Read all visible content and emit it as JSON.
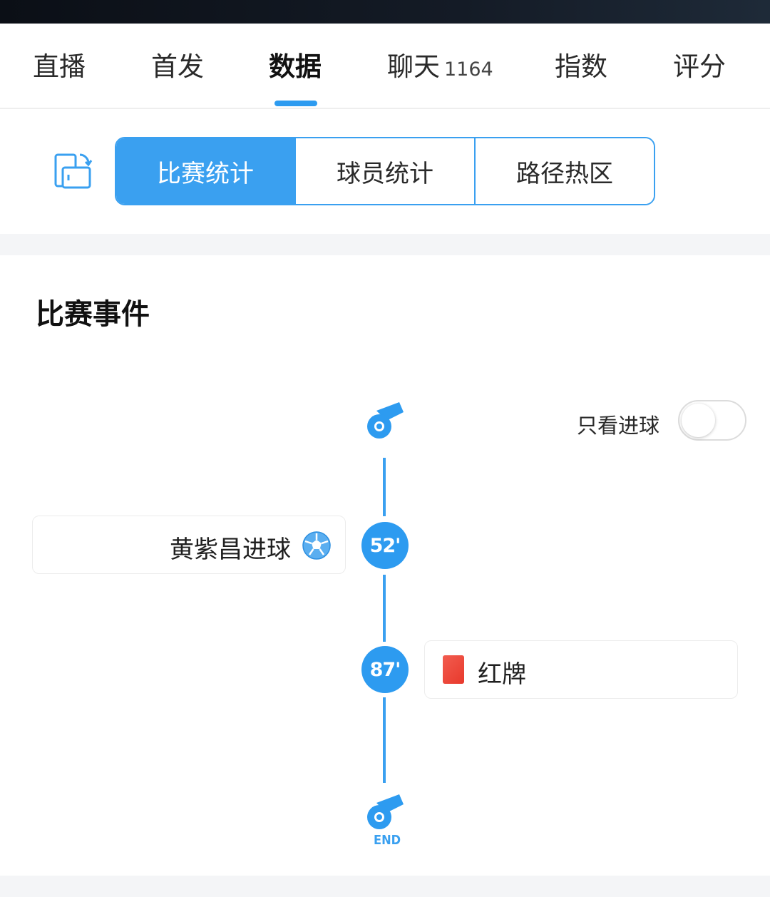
{
  "tabs": [
    {
      "label": "直播"
    },
    {
      "label": "首发"
    },
    {
      "label": "数据",
      "active": true
    },
    {
      "label": "聊天",
      "count": "1164"
    },
    {
      "label": "指数"
    },
    {
      "label": "评分"
    }
  ],
  "segments": [
    {
      "label": "比赛统计",
      "active": true
    },
    {
      "label": "球员统计"
    },
    {
      "label": "路径热区"
    }
  ],
  "section_title": "比赛事件",
  "toggle": {
    "label": "只看进球",
    "on": false
  },
  "events": [
    {
      "minute": "52'",
      "side": "left",
      "text": "黄紫昌进球",
      "icon": "soccer-ball-icon"
    },
    {
      "minute": "87'",
      "side": "right",
      "text": "红牌",
      "icon": "red-card-icon"
    }
  ],
  "end_label": "END",
  "colors": {
    "accent": "#2d9bf0",
    "red_card": "#e8392c"
  }
}
